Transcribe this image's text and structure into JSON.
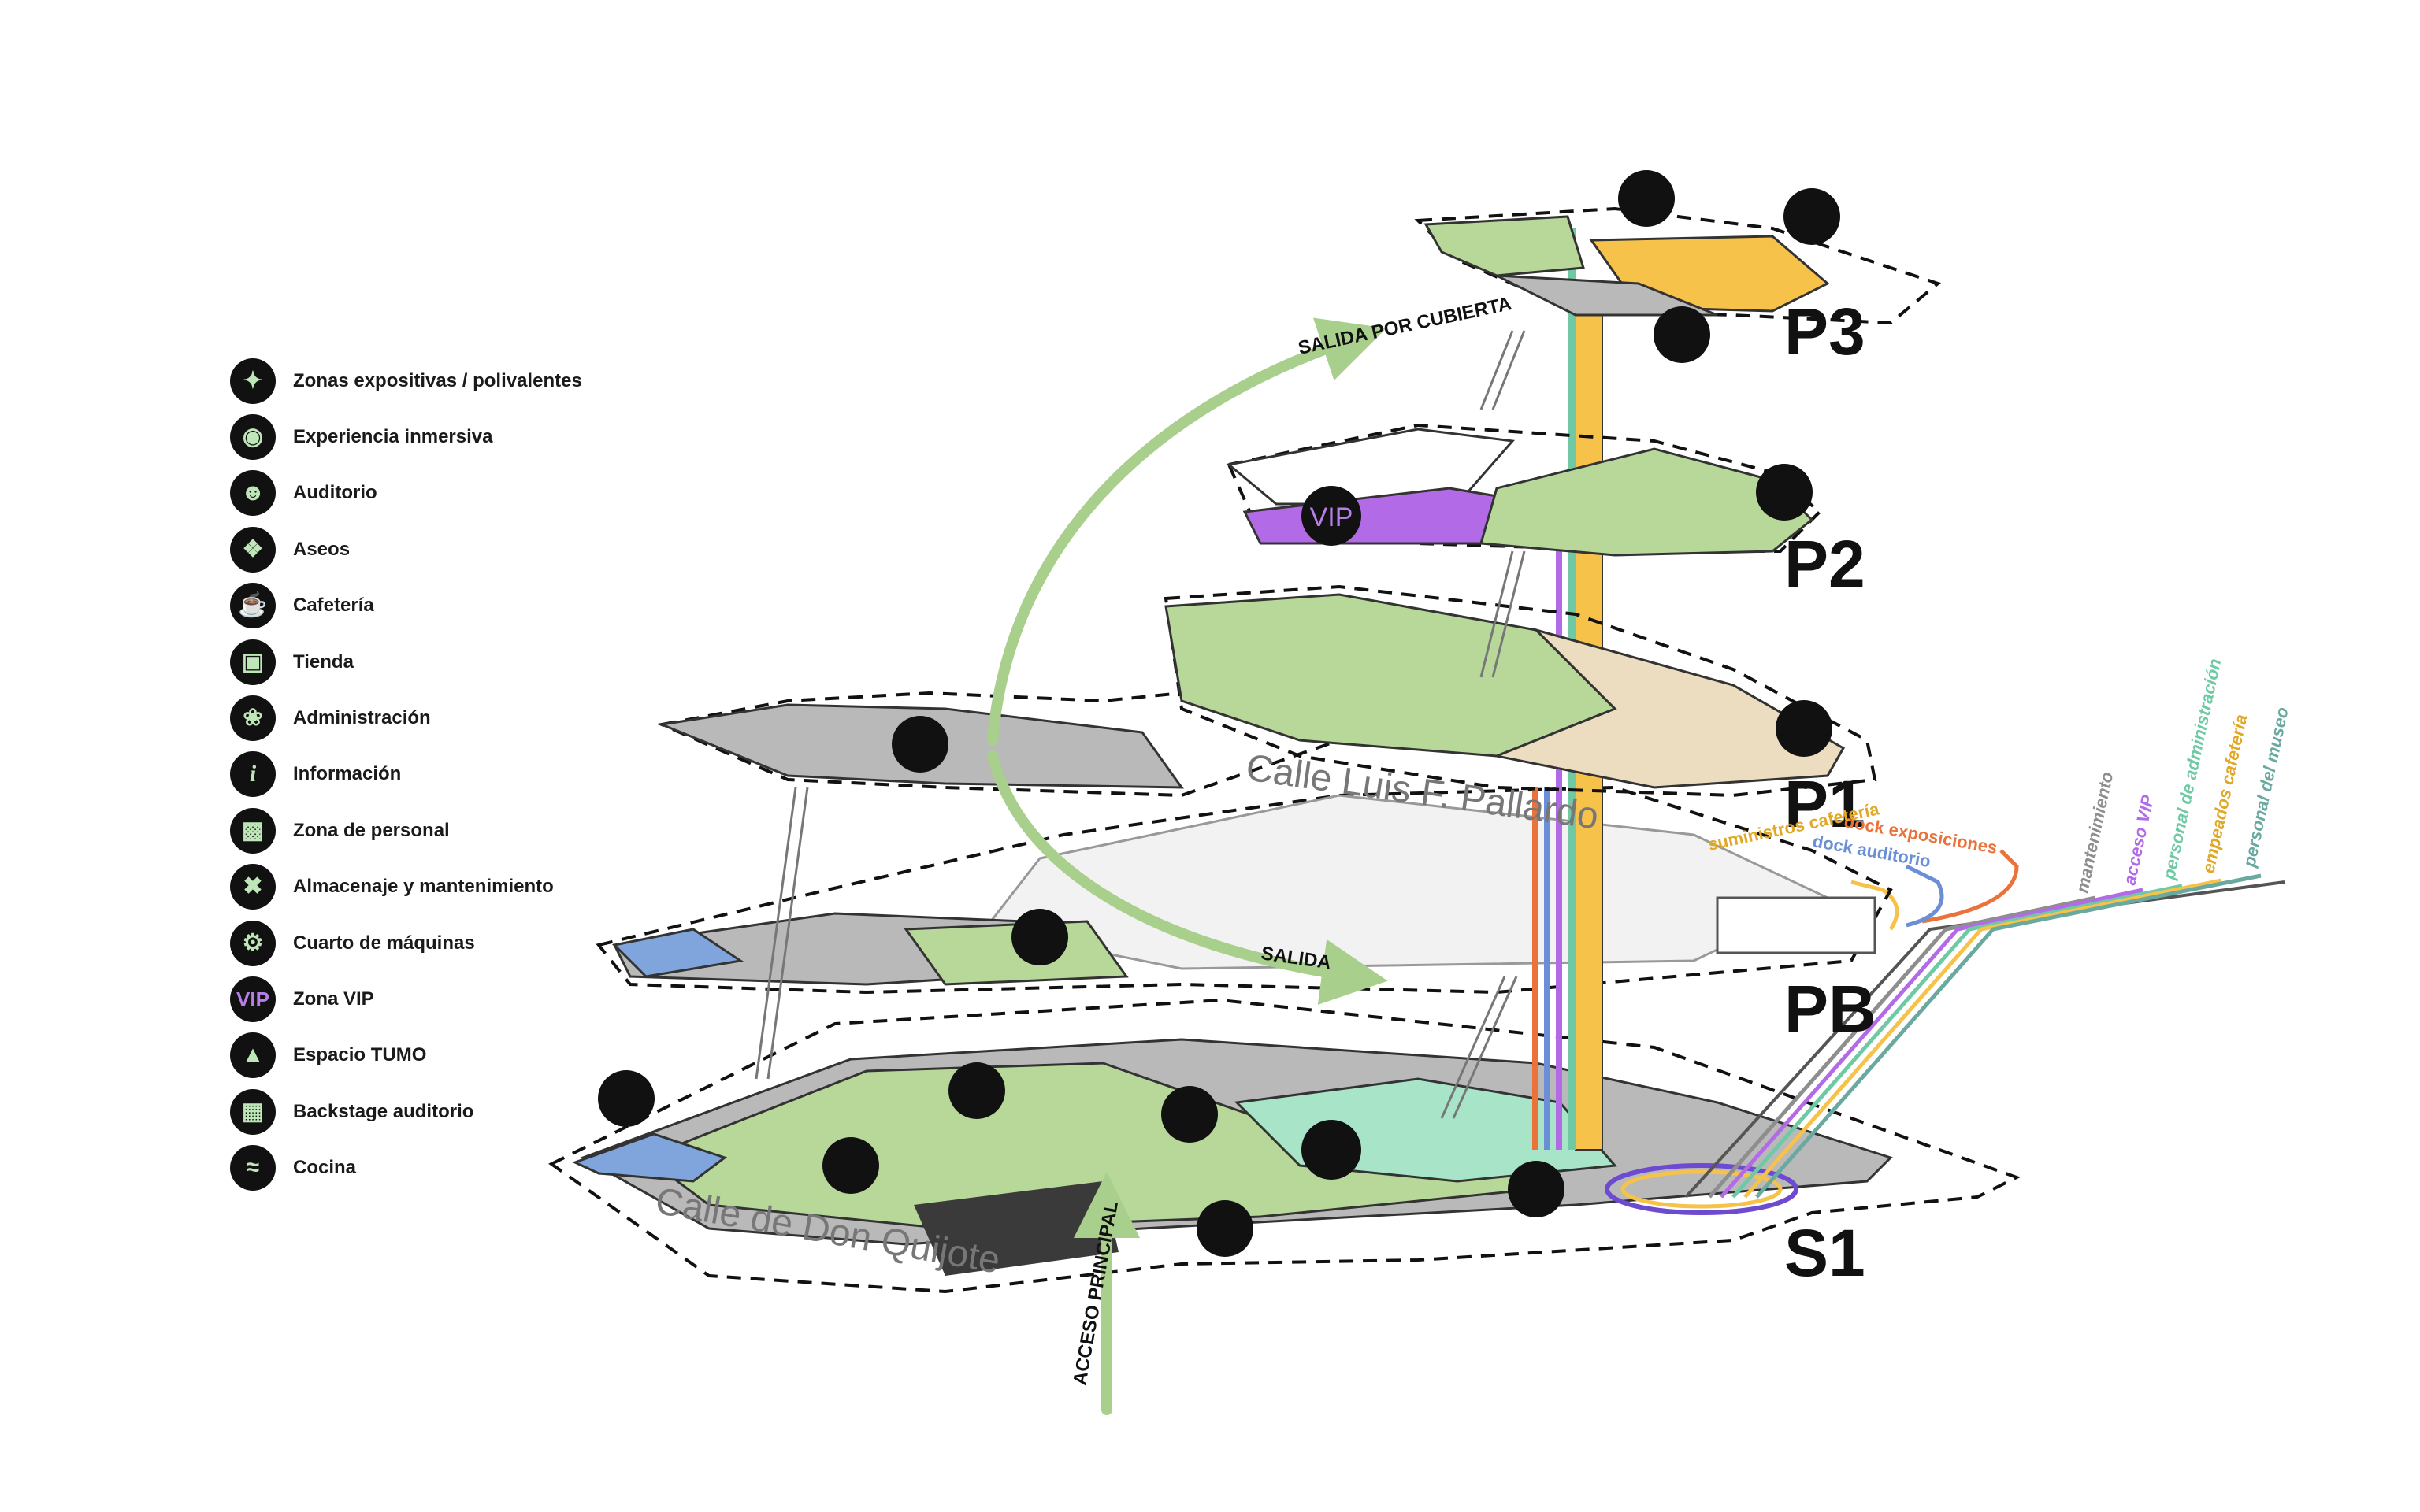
{
  "colors": {
    "floor_green": "#b8d89a",
    "floor_grey": "#b9b9b9",
    "floor_mint": "#a8e5c8",
    "vip_purple": "#b36ae6",
    "core_yellow": "#f6c24a",
    "blue_zone": "#7fa5dc",
    "beige": "#ecdcc0",
    "arrow_green": "#a9cf8c",
    "orange": "#e9733a"
  },
  "legend": [
    {
      "icon": "balloon-dog-icon",
      "label": "Zonas expositivas / polivalentes"
    },
    {
      "icon": "immersive-experience-icon",
      "label": "Experiencia inmersiva"
    },
    {
      "icon": "theater-masks-icon",
      "label": "Auditorio"
    },
    {
      "icon": "restroom-icon",
      "label": "Aseos"
    },
    {
      "icon": "coffee-cup-icon",
      "label": "Cafetería"
    },
    {
      "icon": "shopping-bag-icon",
      "label": "Tienda"
    },
    {
      "icon": "brain-icon",
      "label": "Administración"
    },
    {
      "icon": "info-icon",
      "label": "Información"
    },
    {
      "icon": "staff-badge-icon",
      "label": "Zona de personal"
    },
    {
      "icon": "tools-icon",
      "label": "Almacenaje y mantenimiento"
    },
    {
      "icon": "machine-room-icon",
      "label": "Cuarto de máquinas"
    },
    {
      "icon": "vip-icon",
      "label": "Zona VIP",
      "glyph": "VIP"
    },
    {
      "icon": "graduation-cap-icon",
      "label": "Espacio TUMO"
    },
    {
      "icon": "film-backstage-icon",
      "label": "Backstage auditorio"
    },
    {
      "icon": "cooking-pan-icon",
      "label": "Cocina"
    }
  ],
  "floors": {
    "p3": "P3",
    "p2": "P2",
    "p1": "P1",
    "pb": "PB",
    "s1": "S1"
  },
  "streets": {
    "luis": "Calle Luis F. Pallardo",
    "quijote": "Calle de Don Quijote"
  },
  "routes": {
    "roof_exit": "SALIDA POR CUBIERTA",
    "exit": "SALIDA",
    "main_access": "ACCESO PRINCIPAL"
  },
  "vip_label": "VIP",
  "docks": {
    "exhibitions": "dock exposiciones",
    "auditorium": "dock auditorio",
    "cafe_supplies": "suministros cafetería"
  },
  "circulation": {
    "maintenance": "mantenimiento",
    "vip_access": "acceso VIP",
    "admin_staff": "personal de administración",
    "cafe_staff": "empeados cafetería",
    "museum_staff": "personal del museo"
  }
}
